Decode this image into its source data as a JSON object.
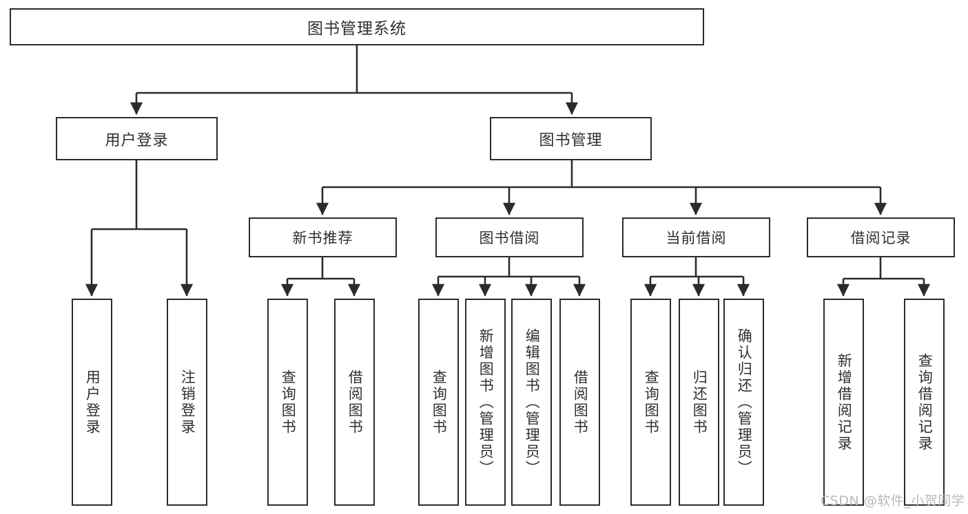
{
  "diagram": {
    "title": "图书管理系统",
    "type": "hierarchy-tree",
    "stroke_color": "#2b2b2b",
    "text_color": "#2f2f2f",
    "background_color": "#ffffff"
  },
  "root": {
    "label": "图书管理系统"
  },
  "level1": [
    {
      "label": "用户登录"
    },
    {
      "label": "图书管理"
    }
  ],
  "level2": [
    {
      "label": "新书推荐"
    },
    {
      "label": "图书借阅"
    },
    {
      "label": "当前借阅"
    },
    {
      "label": "借阅记录"
    }
  ],
  "leaves": {
    "user_login": [
      {
        "label": "用户登录"
      },
      {
        "label": "注销登录"
      }
    ],
    "new_book_recommend": [
      {
        "label": "查询图书"
      },
      {
        "label": "借阅图书"
      }
    ],
    "book_borrow": [
      {
        "label": "查询图书"
      },
      {
        "label": "新增图书（管理员）"
      },
      {
        "label": "编辑图书（管理员）"
      },
      {
        "label": "借阅图书"
      }
    ],
    "current_borrow": [
      {
        "label": "查询图书"
      },
      {
        "label": "归还图书"
      },
      {
        "label": "确认归还（管理员）"
      }
    ],
    "borrow_record": [
      {
        "label": "新增借阅记录"
      },
      {
        "label": "查询借阅记录"
      }
    ]
  },
  "watermark": {
    "text": "CSDN @软件_小贺同学",
    "color": "#b9b9b9"
  }
}
